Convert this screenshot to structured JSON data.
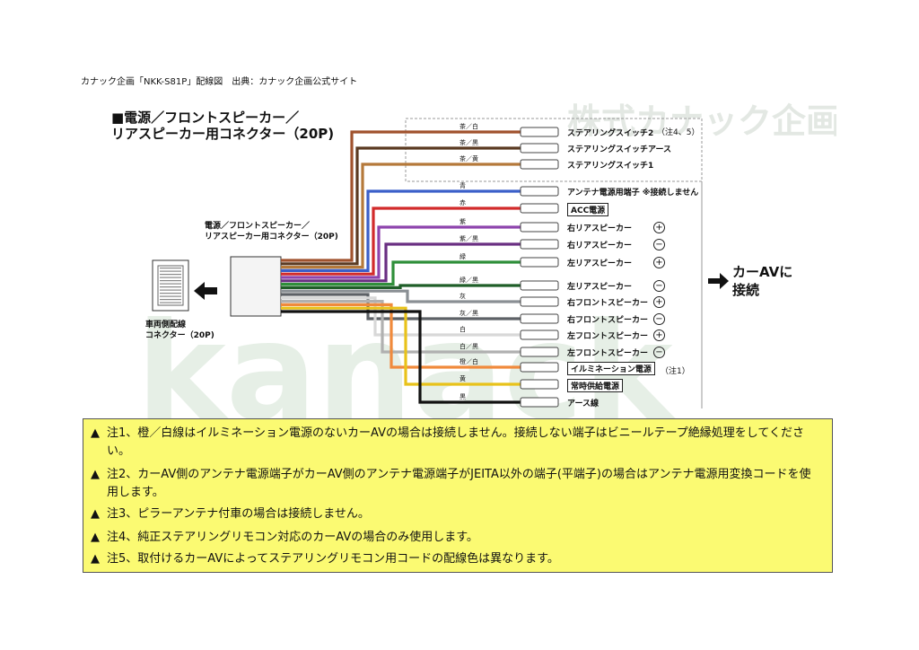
{
  "caption": "カナック企画「NKK-S81P」配線図　出典：カナック企画公式サイト",
  "diagram": {
    "title_line1": "■電源／フロントスピーカー／",
    "title_line2": "リアスピーカー用コネクター（20P)",
    "watermark": "株式カナック企画",
    "connector_label_line1": "電源／フロントスピーカー／",
    "connector_label_line2": "リアスピーカー用コネクター（20P)",
    "vehicle_label_line1": "車両側配線",
    "vehicle_label_line2": "コネクター（20P)",
    "car_av_line1": "カーAVに",
    "car_av_line2": "接続",
    "steering_note": "（注4、5）",
    "wires": [
      {
        "color_name": "茶／白",
        "label": "ステアリングスイッチ2",
        "hex": "#a0522d"
      },
      {
        "color_name": "茶／黒",
        "label": "ステアリングスイッチアース",
        "hex": "#5a3a22"
      },
      {
        "color_name": "茶／黄",
        "label": "ステアリングスイッチ1",
        "hex": "#b5793a"
      },
      {
        "color_name": "青",
        "label": "アンテナ電源用端子 ※接続しません",
        "hex": "#3b5fc9"
      },
      {
        "color_name": "赤",
        "label": "ACC電源",
        "hex": "#d22b2b"
      },
      {
        "color_name": "紫",
        "label": "右リアスピーカー",
        "sign": "+",
        "hex": "#8e44ad"
      },
      {
        "color_name": "紫／黒",
        "label": "右リアスピーカー",
        "sign": "−",
        "hex": "#6a2f82"
      },
      {
        "color_name": "緑",
        "label": "左リアスピーカー",
        "sign": "+",
        "hex": "#2f8f3a"
      },
      {
        "color_name": "緑／黒",
        "label": "左リアスピーカー",
        "sign": "−",
        "hex": "#1f5e28"
      },
      {
        "color_name": "灰",
        "label": "右フロントスピーカー",
        "sign": "+",
        "hex": "#8a8f94"
      },
      {
        "color_name": "灰／黒",
        "label": "右フロントスピーカー",
        "sign": "−",
        "hex": "#5d6166"
      },
      {
        "color_name": "白",
        "label": "左フロントスピーカー",
        "sign": "+",
        "hex": "#d8d8d8"
      },
      {
        "color_name": "白／黒",
        "label": "左フロントスピーカー",
        "sign": "−",
        "hex": "#b0b0b0"
      },
      {
        "color_name": "橙／白",
        "label": "イルミネーション電源",
        "hex": "#f08a3c"
      },
      {
        "color_name": "黄",
        "label": "常時供給電源",
        "hex": "#e8c21a"
      },
      {
        "color_name": "黒",
        "label": "アース線",
        "hex": "#111111"
      }
    ],
    "illumination_note": "（注1）"
  },
  "notes": [
    "注1、橙／白線はイルミネーション電源のないカーAVの場合は接続しません。接続しない端子はビニールテープ絶縁処理をしてください。",
    "注2、カーAV側のアンテナ電源端子がカーAV側のアンテナ電源端子がJEITA以外の端子(平端子)の場合はアンテナ電源用変換コードを使用します。",
    "注3、ピラーアンテナ付車の場合は接続しません。",
    "注4、純正ステアリングリモコン対応のカーAVの場合のみ使用します。",
    "注5、取付けるカーAVによってステアリングリモコン用コードの配線色は異なります。"
  ],
  "warn_icon": "warning-triangle-icon",
  "colors": {
    "note_bg": "#fbfa72",
    "watermark": "#dfe8df"
  }
}
